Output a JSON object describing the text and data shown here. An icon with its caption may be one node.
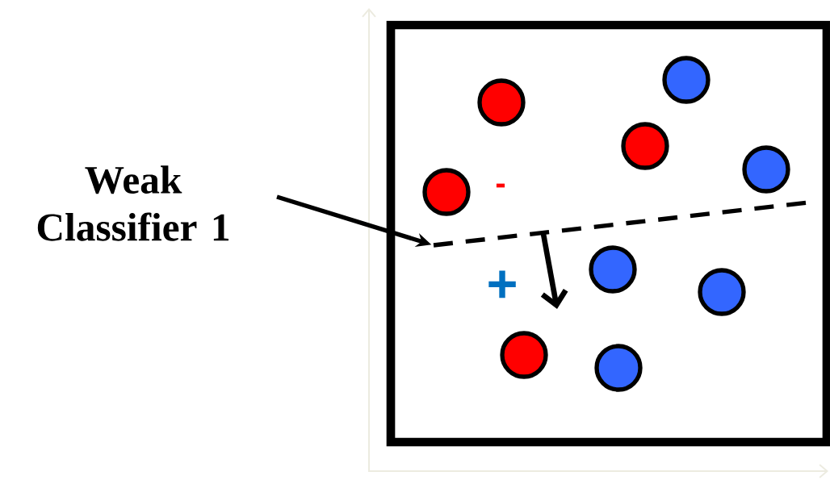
{
  "diagram": {
    "nodes": [
      {
        "text": [
          "Weak Classifier 1"
        ]
      },
      {
        "text": [],
        "shape": "line"
      }
    ],
    "edges": [
      {
        "from": 0,
        "to": 1,
        "arrow": "to"
      }
    ],
    "labels": [
      "-",
      "+"
    ]
  }
}
